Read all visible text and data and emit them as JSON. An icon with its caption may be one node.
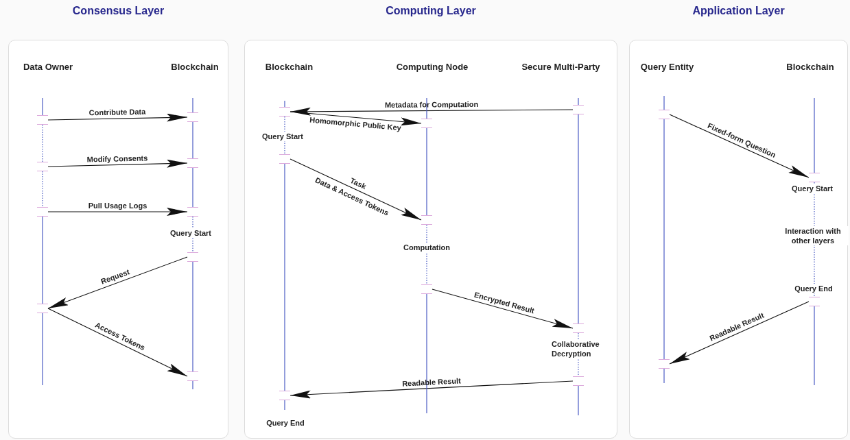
{
  "diagram": {
    "nodes": [
      {
        "text": [
          "Consensus Layer"
        ]
      },
      {
        "text": [
          "Data Owner"
        ],
        "in": 0
      },
      {
        "text": [
          "Blockchain"
        ],
        "in": 0
      },
      {
        "text": [],
        "shape": "bar",
        "in": 1
      },
      {
        "text": [],
        "shape": "bar",
        "in": 1
      },
      {
        "text": [],
        "shape": "bar",
        "in": 1
      },
      {
        "text": [],
        "shape": "bar",
        "in": 1
      },
      {
        "text": [],
        "shape": "bar",
        "in": 2
      },
      {
        "text": [],
        "shape": "bar",
        "in": 2
      },
      {
        "text": [],
        "shape": "bar",
        "in": 2
      },
      {
        "text": [],
        "shape": "bar",
        "in": 2
      },
      {
        "text": [],
        "shape": "bar",
        "in": 2
      },
      {
        "text": [
          "Computing Layer"
        ]
      },
      {
        "text": [
          "Blockchain"
        ],
        "in": 12
      },
      {
        "text": [
          "Computing Node"
        ],
        "in": 12
      },
      {
        "text": [
          "Secure Multi-Party"
        ],
        "in": 12
      },
      {
        "text": [],
        "shape": "bar",
        "in": 13
      },
      {
        "text": [],
        "shape": "bar",
        "in": 13
      },
      {
        "text": [],
        "shape": "bar",
        "in": 13
      },
      {
        "text": [],
        "shape": "bar",
        "in": 14
      },
      {
        "text": [],
        "shape": "bar",
        "in": 14
      },
      {
        "text": [],
        "shape": "bar",
        "in": 14
      },
      {
        "text": [],
        "shape": "bar",
        "in": 15
      },
      {
        "text": [],
        "shape": "bar",
        "in": 15
      },
      {
        "text": [],
        "shape": "bar",
        "in": 15
      },
      {
        "text": [
          "Application Layer"
        ]
      },
      {
        "text": [
          "Query Entity"
        ],
        "in": 25
      },
      {
        "text": [
          "Blockchain"
        ],
        "in": 25
      },
      {
        "text": [],
        "shape": "bar",
        "in": 26
      },
      {
        "text": [],
        "shape": "bar",
        "in": 26
      },
      {
        "text": [],
        "shape": "bar",
        "in": 27
      },
      {
        "text": [],
        "shape": "bar",
        "in": 27
      }
    ],
    "edges": [
      {
        "from": 3,
        "to": 7,
        "arrow": "to",
        "label": "Contribute Data",
        "color": "#111111"
      },
      {
        "from": 4,
        "to": 8,
        "arrow": "to",
        "label": "Modify Consents",
        "color": "#111111"
      },
      {
        "from": 5,
        "to": 9,
        "arrow": "to",
        "label": "Pull Usage Logs",
        "color": "#111111"
      },
      {
        "from": 10,
        "to": 6,
        "arrow": "to",
        "label": "Request",
        "color": "#111111"
      },
      {
        "from": 6,
        "to": 11,
        "arrow": "to",
        "label": "Access Tokens",
        "color": "#111111"
      },
      {
        "from": 22,
        "to": 16,
        "arrow": "to",
        "label": "Metadata for Computation",
        "color": "#111111"
      },
      {
        "from": 16,
        "to": 19,
        "arrow": "to",
        "label": "Homomorphic Public Key",
        "color": "#111111"
      },
      {
        "from": 17,
        "to": 20,
        "arrow": "to",
        "label": "Task",
        "color": "#111111"
      },
      {
        "from": 21,
        "to": 23,
        "arrow": "to",
        "label": "Encrypted Result",
        "color": "#111111"
      },
      {
        "from": 24,
        "to": 18,
        "arrow": "to",
        "label": "Readable Result",
        "color": "#111111"
      },
      {
        "from": 28,
        "to": 30,
        "arrow": "to",
        "label": "Fixed-form Question",
        "color": "#111111"
      },
      {
        "from": 31,
        "to": 29,
        "arrow": "to",
        "label": "Readable Result",
        "color": "#111111"
      },
      {
        "from": null,
        "to": 3,
        "arrow": "none"
      },
      {
        "from": 3,
        "to": 4,
        "arrow": "none",
        "style": "dashed"
      },
      {
        "from": 4,
        "to": 5,
        "arrow": "none",
        "style": "dashed"
      },
      {
        "from": 5,
        "to": 6,
        "arrow": "none"
      },
      {
        "from": 6,
        "to": null,
        "arrow": "none"
      },
      {
        "from": null,
        "to": 7,
        "arrow": "none"
      },
      {
        "from": 7,
        "to": 8,
        "arrow": "none"
      },
      {
        "from": 8,
        "to": 9,
        "arrow": "none"
      },
      {
        "from": 9,
        "to": 10,
        "arrow": "none",
        "style": "dashed"
      },
      {
        "from": 10,
        "to": 11,
        "arrow": "none"
      },
      {
        "from": 11,
        "to": null,
        "arrow": "none"
      },
      {
        "from": null,
        "to": 16,
        "arrow": "none"
      },
      {
        "from": 16,
        "to": 17,
        "arrow": "none",
        "style": "dashed"
      },
      {
        "from": 17,
        "to": 18,
        "arrow": "none"
      },
      {
        "from": 18,
        "to": null,
        "arrow": "none"
      },
      {
        "from": null,
        "to": 19,
        "arrow": "none"
      },
      {
        "from": 19,
        "to": 20,
        "arrow": "none"
      },
      {
        "from": 20,
        "to": 21,
        "arrow": "none",
        "style": "dashed"
      },
      {
        "from": 21,
        "to": null,
        "arrow": "none"
      },
      {
        "from": null,
        "to": 22,
        "arrow": "none"
      },
      {
        "from": 22,
        "to": 23,
        "arrow": "none"
      },
      {
        "from": 23,
        "to": 24,
        "arrow": "none",
        "style": "dashed"
      },
      {
        "from": 24,
        "to": null,
        "arrow": "none"
      },
      {
        "from": null,
        "to": 28,
        "arrow": "none"
      },
      {
        "from": 28,
        "to": 29,
        "arrow": "none"
      },
      {
        "from": 29,
        "to": null,
        "arrow": "none"
      },
      {
        "from": null,
        "to": 30,
        "arrow": "none"
      },
      {
        "from": 30,
        "to": 31,
        "arrow": "none",
        "style": "dashed"
      },
      {
        "from": 31,
        "to": null,
        "arrow": "none"
      }
    ],
    "labels": [
      "Query Start",
      "Query Start",
      "Data & Access Tokens",
      "Computation",
      "Collaborative Decryption",
      "Query End",
      "Query Start",
      "Interaction with other layers",
      "Query End"
    ]
  }
}
